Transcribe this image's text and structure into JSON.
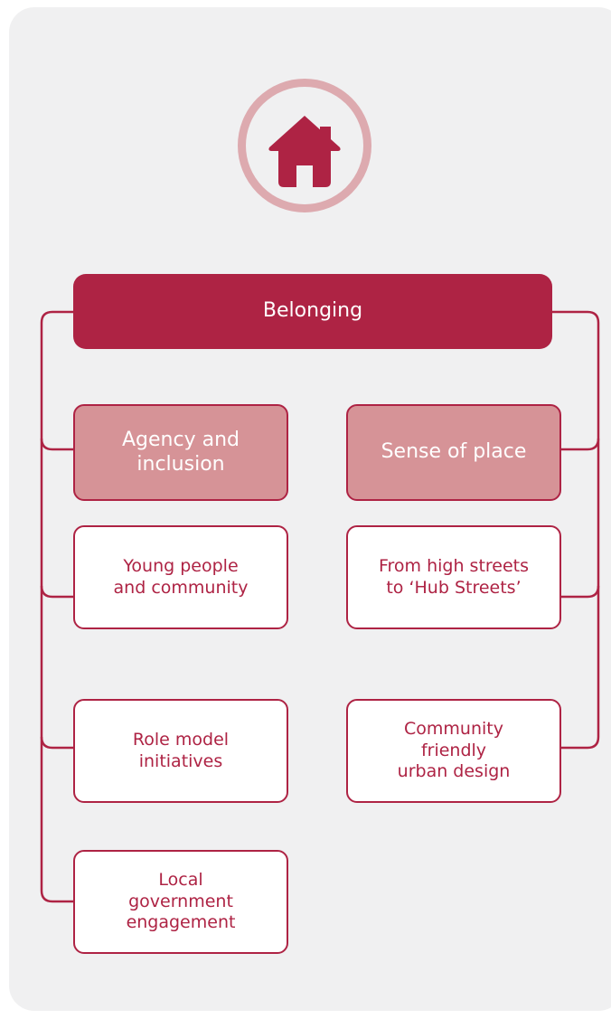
{
  "colors": {
    "accent": "#ae2344",
    "subheader_fill": "#d69397",
    "ring": "#ddaaaf",
    "panel_background": "#f0f0f1"
  },
  "header_icon": "home-icon",
  "main": {
    "label": "Belonging"
  },
  "columns": {
    "left": {
      "heading": "Agency and\ninclusion",
      "items": [
        "Young people\nand community",
        "Role model\ninitiatives",
        "Local\ngovernment\nengagement"
      ]
    },
    "right": {
      "heading": "Sense of place",
      "items": [
        "From high streets\nto ‘Hub Streets’",
        "Community\nfriendly\nurban design"
      ]
    }
  }
}
